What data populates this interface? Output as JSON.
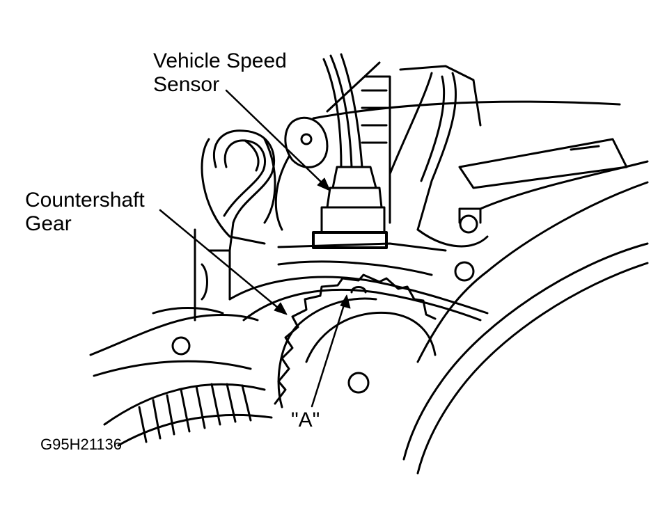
{
  "labels": {
    "vehicle_speed_sensor_line1": "Vehicle Speed",
    "vehicle_speed_sensor_line2": "Sensor",
    "countershaft_gear_line1": "Countershaft",
    "countershaft_gear_line2": "Gear",
    "point_a": "\"A\"",
    "figure_code": "G95H21136"
  },
  "colors": {
    "ink": "#000000",
    "paper": "#ffffff"
  }
}
